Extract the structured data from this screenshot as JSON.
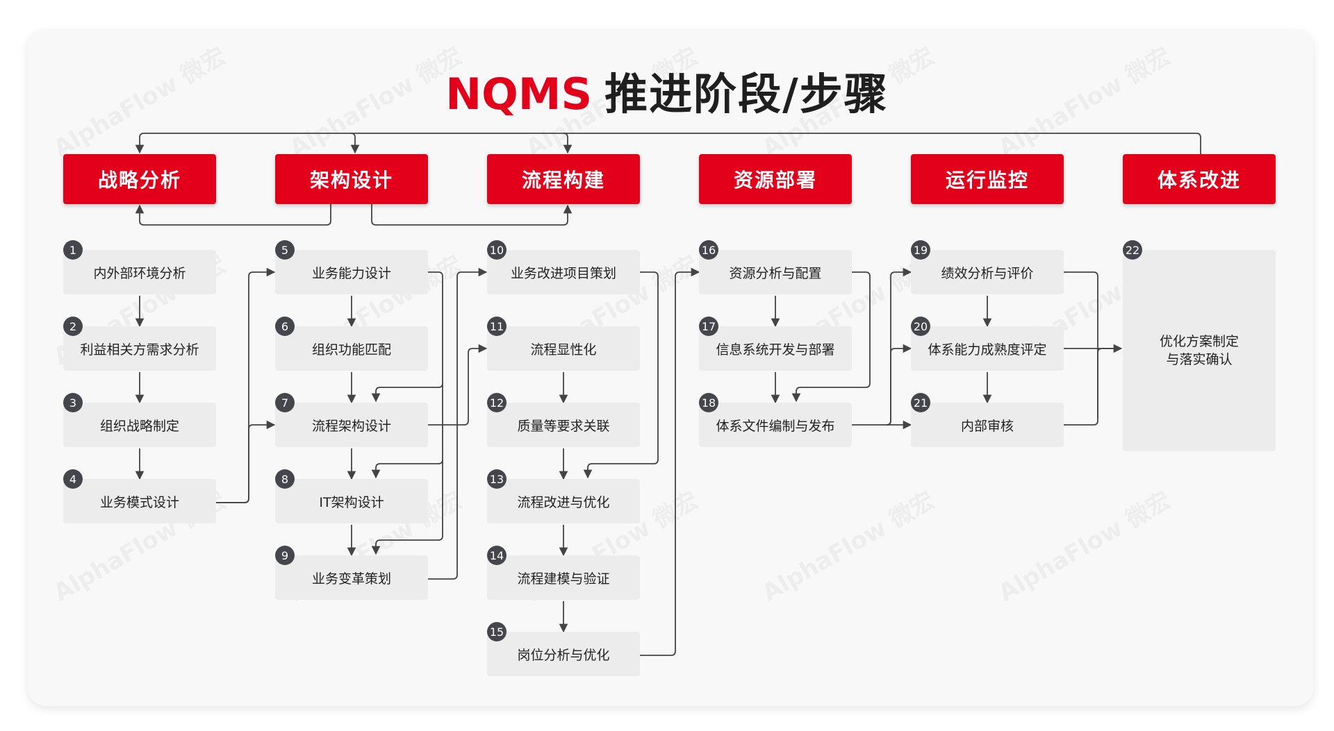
{
  "title": {
    "brand": "NQMS",
    "rest": "推进阶段/步骤"
  },
  "watermark": "AlphaFlow 微宏",
  "colors": {
    "accent": "#e2001a",
    "step_bg": "#ececec",
    "badge_bg": "#45464b"
  },
  "phases": [
    {
      "label": "战略分析"
    },
    {
      "label": "架构设计"
    },
    {
      "label": "流程构建"
    },
    {
      "label": "资源部署"
    },
    {
      "label": "运行监控"
    },
    {
      "label": "体系改进"
    }
  ],
  "steps": [
    {
      "num": "1",
      "label": "内外部环境分析"
    },
    {
      "num": "2",
      "label": "利益相关方需求分析"
    },
    {
      "num": "3",
      "label": "组织战略制定"
    },
    {
      "num": "4",
      "label": "业务模式设计"
    },
    {
      "num": "5",
      "label": "业务能力设计"
    },
    {
      "num": "6",
      "label": "组织功能匹配"
    },
    {
      "num": "7",
      "label": "流程架构设计"
    },
    {
      "num": "8",
      "label": "IT架构设计"
    },
    {
      "num": "9",
      "label": "业务变革策划"
    },
    {
      "num": "10",
      "label": "业务改进项目策划"
    },
    {
      "num": "11",
      "label": "流程显性化"
    },
    {
      "num": "12",
      "label": "质量等要求关联"
    },
    {
      "num": "13",
      "label": "流程改进与优化"
    },
    {
      "num": "14",
      "label": "流程建模与验证"
    },
    {
      "num": "15",
      "label": "岗位分析与优化"
    },
    {
      "num": "16",
      "label": "资源分析与配置"
    },
    {
      "num": "17",
      "label": "信息系统开发与部署"
    },
    {
      "num": "18",
      "label": "体系文件编制与发布"
    },
    {
      "num": "19",
      "label": "绩效分析与评价"
    },
    {
      "num": "20",
      "label": "体系能力成熟度评定"
    },
    {
      "num": "21",
      "label": "内部审核"
    },
    {
      "num": "22",
      "label_line1": "优化方案制定",
      "label_line2": "与落实确认"
    }
  ]
}
